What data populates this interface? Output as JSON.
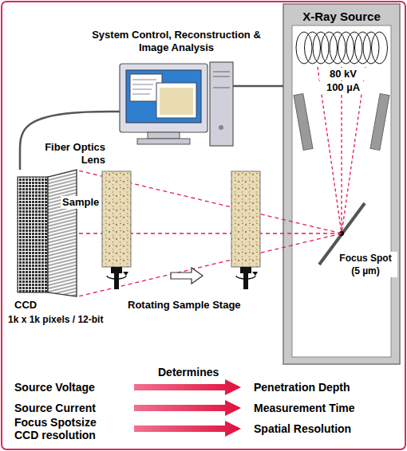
{
  "diagram": {
    "nodes": [
      {
        "text": [
          "X-Ray Source"
        ]
      },
      {
        "text": [
          "System Control, Reconstruction & Image Analysis"
        ]
      },
      {
        "text": [
          "Fiber Optics Lens",
          "CCD",
          "1k x 1k pixels / 12-bit"
        ]
      }
    ],
    "edges": [
      {
        "from": 1,
        "to": 0,
        "arrow": "none"
      },
      {
        "from": 1,
        "to": 2,
        "arrow": "none"
      }
    ],
    "labels": [
      "80 kV",
      "100 µA",
      "Focus Spot (5 µm)",
      "Sample",
      "Rotating Sample Stage",
      "Determines",
      "Source Voltage",
      "Penetration Depth",
      "Source Current",
      "Measurement Time",
      "Focus Spotsize CCD resolution",
      "Spatial Resolution"
    ]
  }
}
